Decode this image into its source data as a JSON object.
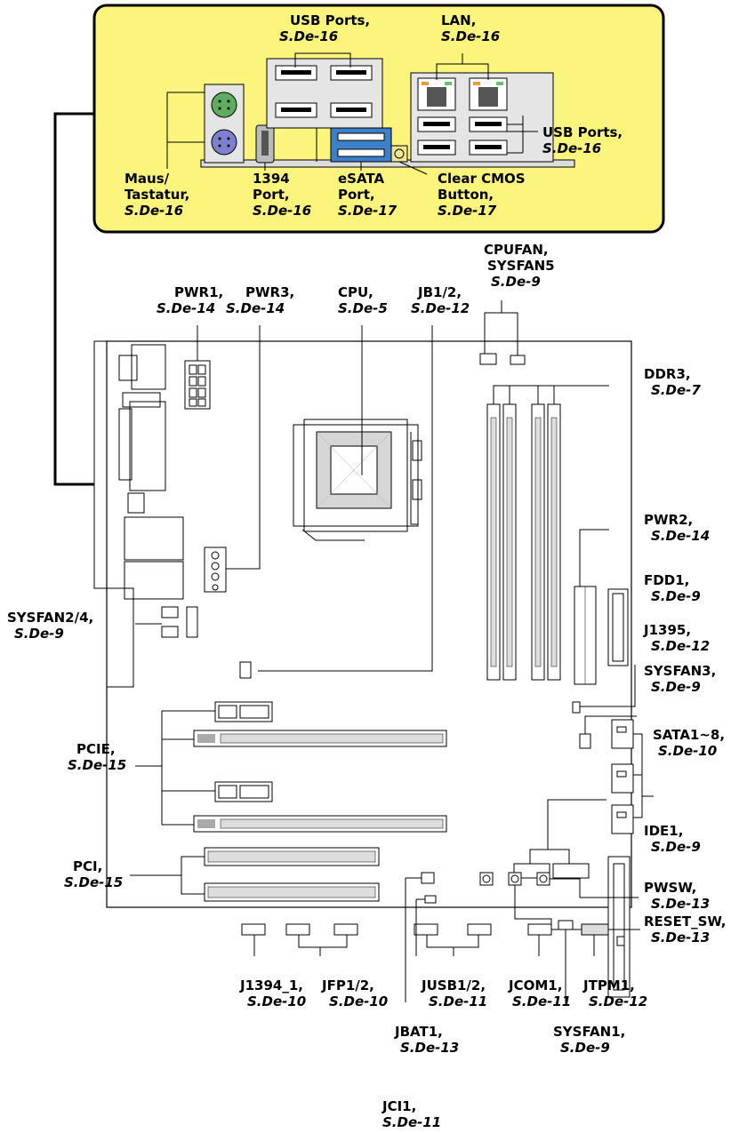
{
  "labels": {
    "usb_top": {
      "name": "USB Ports,",
      "ref": "S.De-16"
    },
    "lan": {
      "name": "LAN,",
      "ref": "S.De-16"
    },
    "usb_right": {
      "name": "USB Ports,",
      "ref": "S.De-16"
    },
    "maus": {
      "name": "Maus/",
      "name2": "Tastatur,",
      "ref": "S.De-16"
    },
    "p1394": {
      "name": "1394",
      "name2": "Port,",
      "ref": "S.De-16"
    },
    "esata": {
      "name": "eSATA",
      "name2": "Port,",
      "ref": "S.De-17"
    },
    "clear_cmos": {
      "name": "Clear CMOS",
      "name2": "Button,",
      "ref": "S.De-17"
    },
    "cpufan": {
      "name": "CPUFAN,",
      "name2": "SYSFAN5",
      "ref": "S.De-9"
    },
    "pwr1": {
      "name": "PWR1,",
      "ref": "S.De-14"
    },
    "pwr3": {
      "name": "PWR3,",
      "ref": "S.De-14"
    },
    "cpu": {
      "name": "CPU,",
      "ref": "S.De-5"
    },
    "jb12": {
      "name": "JB1/2,",
      "ref": "S.De-12"
    },
    "ddr3": {
      "name": "DDR3,",
      "ref": "S.De-7"
    },
    "pwr2": {
      "name": "PWR2,",
      "ref": "S.De-14"
    },
    "fdd1": {
      "name": "FDD1,",
      "ref": "S.De-9"
    },
    "j1395": {
      "name": "J1395,",
      "ref": "S.De-12"
    },
    "sysfan3": {
      "name": "SYSFAN3,",
      "ref": "S.De-9"
    },
    "sata": {
      "name": "SATA1~8,",
      "ref": "S.De-10"
    },
    "sysfan24": {
      "name": "SYSFAN2/4,",
      "ref": "S.De-9"
    },
    "pcie": {
      "name": "PCIE,",
      "ref": "S.De-15"
    },
    "ide1": {
      "name": "IDE1,",
      "ref": "S.De-9"
    },
    "pci": {
      "name": "PCI,",
      "ref": "S.De-15"
    },
    "pwsw": {
      "name": "PWSW,",
      "ref": "S.De-13"
    },
    "reset": {
      "name": "RESET_SW,",
      "ref": "S.De-13"
    },
    "j1394_1": {
      "name": "J1394_1,",
      "ref": "S.De-10"
    },
    "jfp12": {
      "name": "JFP1/2,",
      "ref": "S.De-10"
    },
    "jusb12": {
      "name": "JUSB1/2,",
      "ref": "S.De-11"
    },
    "jcom1": {
      "name": "JCOM1,",
      "ref": "S.De-11"
    },
    "jtpm1": {
      "name": "JTPM1,",
      "ref": "S.De-12"
    },
    "jbat1": {
      "name": "JBAT1,",
      "ref": "S.De-13"
    },
    "sysfan1": {
      "name": "SYSFAN1,",
      "ref": "S.De-9"
    },
    "jci1": {
      "name": "JCI1,",
      "ref": "S.De-11"
    }
  },
  "colors": {
    "io_panel": "#fbf47d",
    "ps2_mouse": "#5fae5f",
    "ps2_keyboard": "#7f7fcf",
    "esata": "#3d7fc8",
    "lan_led_left": "#e89a3c",
    "lan_led_right": "#6cc06c"
  }
}
